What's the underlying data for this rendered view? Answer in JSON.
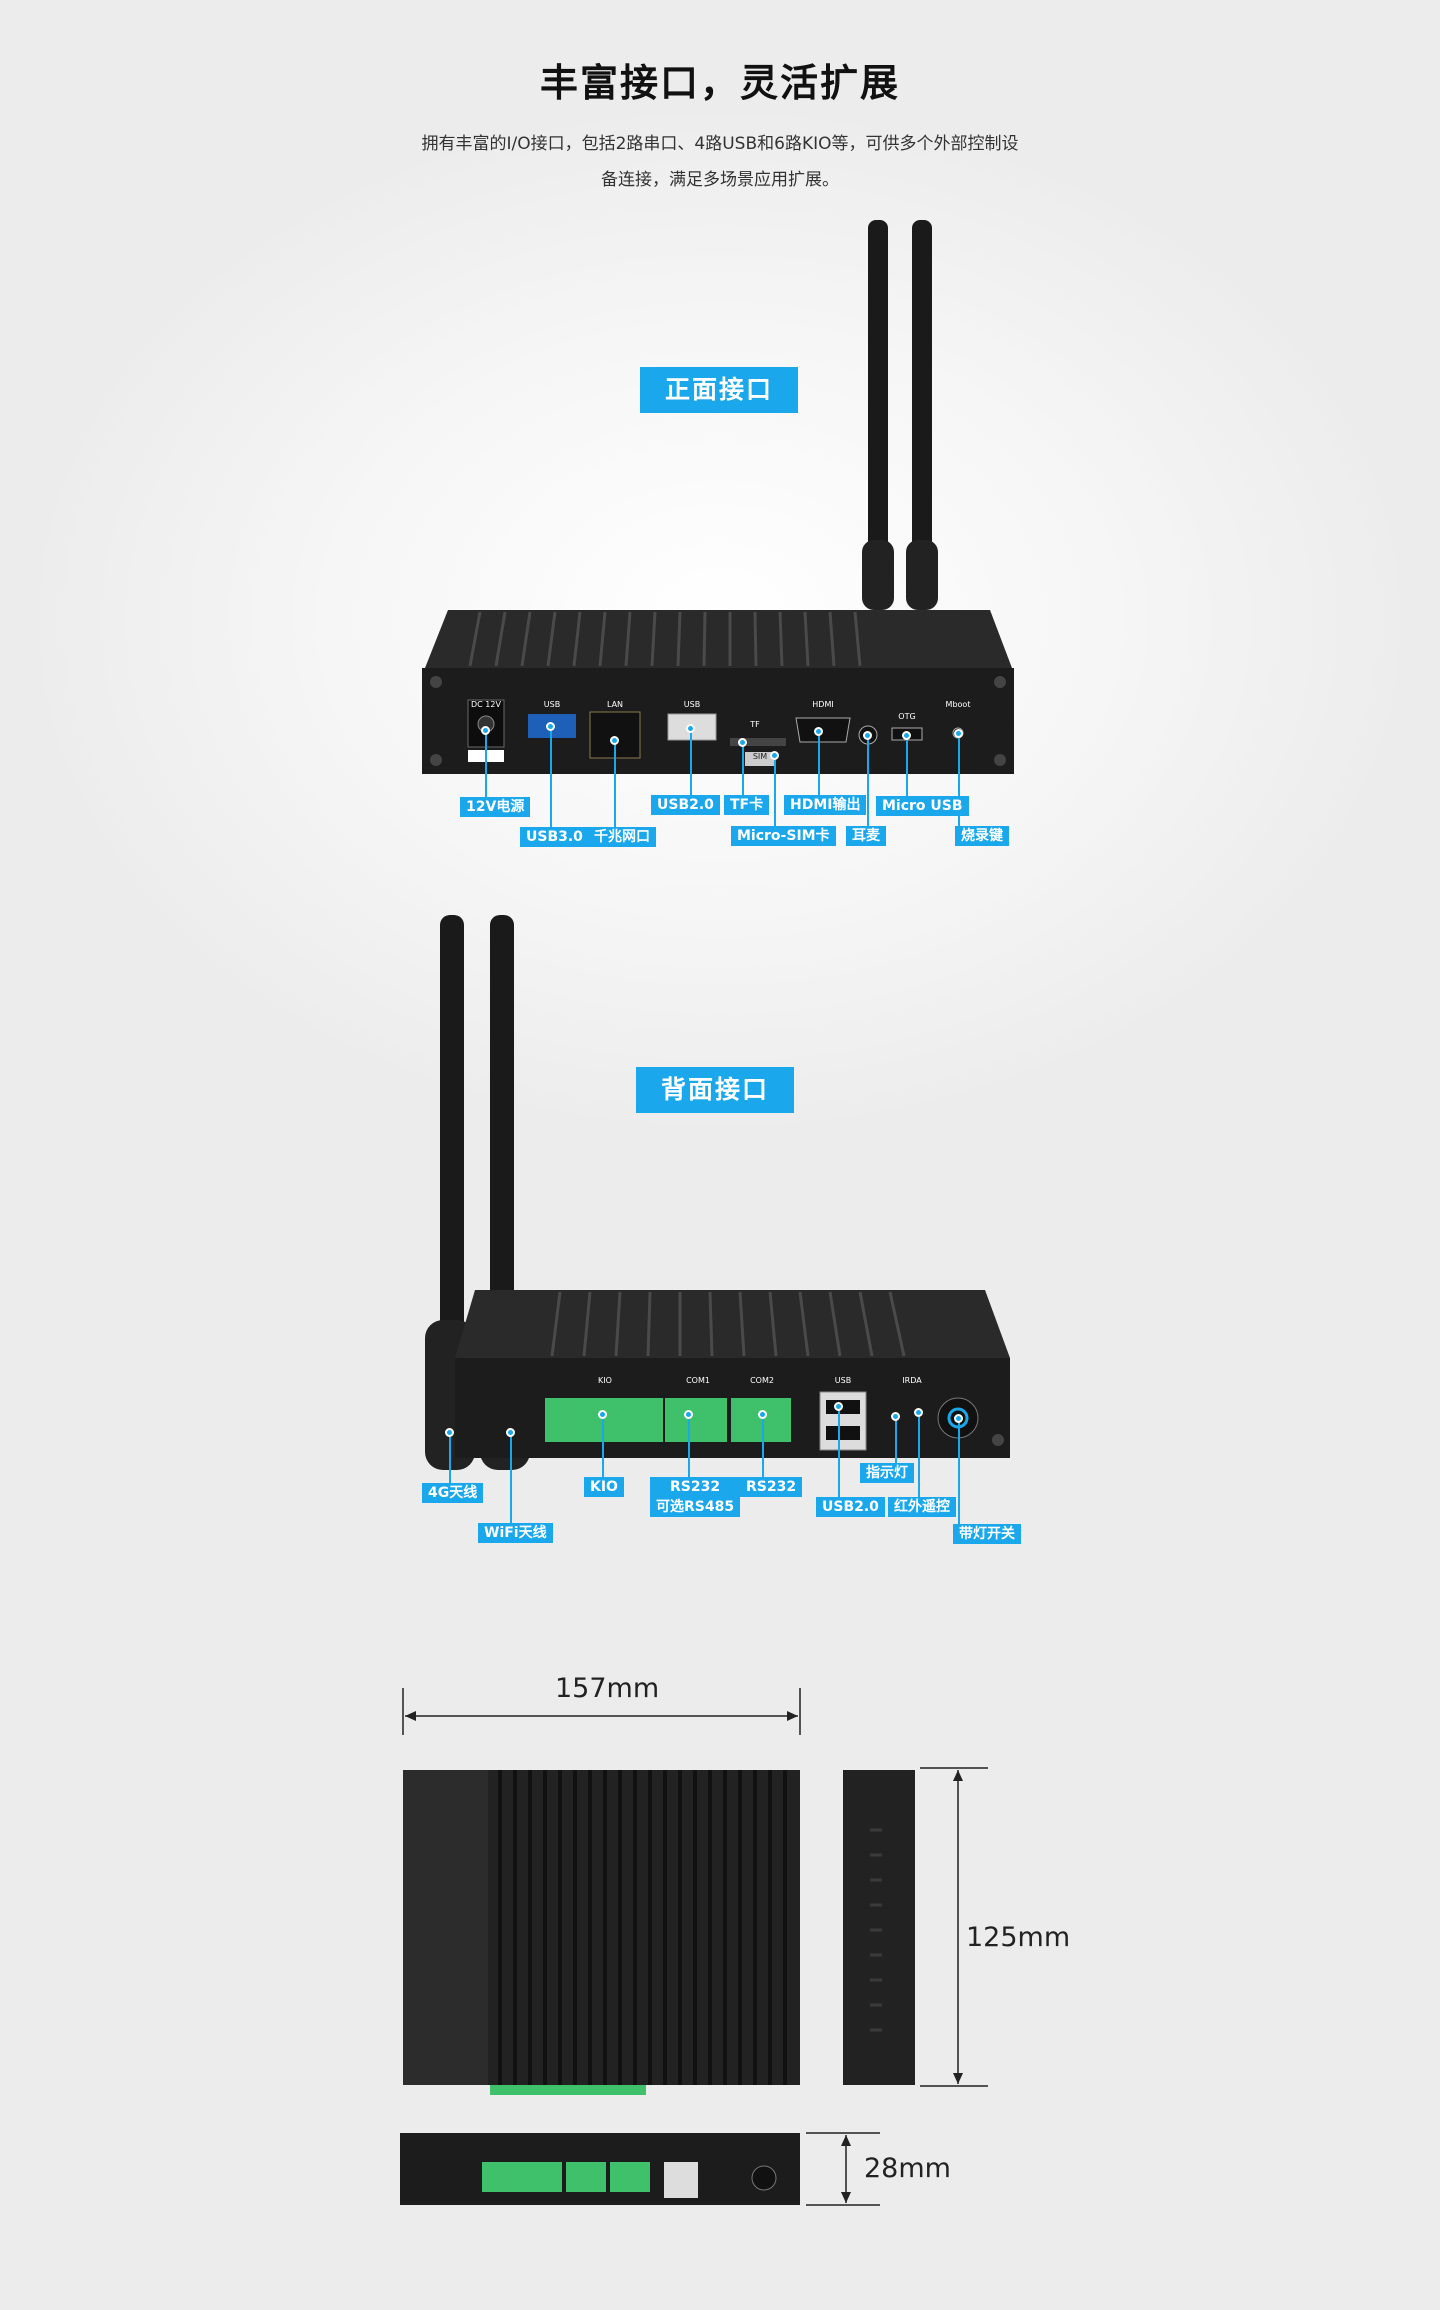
{
  "header": {
    "title": "丰富接口，灵活扩展",
    "subtitle_line1": "拥有丰富的I/O接口，包括2路串口、4路USB和6路KIO等，可供多个外部控制设",
    "subtitle_line2": "备连接，满足多场景应用扩展。"
  },
  "front": {
    "tag": "正面接口",
    "panel_text": {
      "dc": "DC 12V",
      "usb1": "USB",
      "lan": "LAN",
      "usb2": "USB",
      "tf": "TF",
      "sim": "SIM",
      "hdmi": "HDMI",
      "otg": "OTG",
      "mboot": "Mboot"
    },
    "labels": {
      "power": "12V电源",
      "usb30": "USB3.0",
      "lan": "千兆网口",
      "usb20": "USB2.0",
      "tf": "TF卡",
      "sim": "Micro-SIM卡",
      "hdmi": "HDMI输出",
      "mic": "耳麦",
      "microusb": "Micro USB",
      "burn": "烧录键"
    }
  },
  "back": {
    "tag": "背面接口",
    "panel_text": {
      "kio": "KIO",
      "com1": "COM1",
      "com2": "COM2",
      "usb": "USB",
      "irda": "IRDA"
    },
    "labels": {
      "ant4g": "4G天线",
      "wifi": "WiFi天线",
      "kio": "KIO",
      "rs232_a": "RS232",
      "rs485": "可选RS485",
      "rs232_b": "RS232",
      "usb20": "USB2.0",
      "led": "指示灯",
      "ir": "红外遥控",
      "switch": "带灯开关"
    }
  },
  "dimensions": {
    "width": "157mm",
    "depth": "125mm",
    "height": "28mm"
  },
  "colors": {
    "accent": "#1aa7ec",
    "device": "#1c1c1c",
    "terminal": "#3fc06a"
  }
}
